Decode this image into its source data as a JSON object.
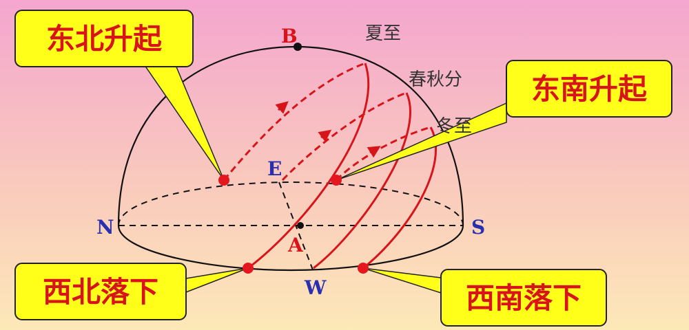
{
  "callouts": {
    "ne_rise": "东北升起",
    "se_rise": "东南升起",
    "nw_set": "西北落下",
    "sw_set": "西南落下"
  },
  "seasons": {
    "summer": "夏至",
    "equinox": "春秋分",
    "winter": "冬至"
  },
  "points": {
    "B": "B",
    "E": "E",
    "N": "N",
    "S": "S",
    "A": "A",
    "W": "W"
  },
  "colors": {
    "bg_top": "#f4a6cf",
    "bg_bottom": "#fde8b8",
    "callout_fill": "#ffff1a",
    "callout_text": "#d8141b",
    "sun_path": "#d8141b",
    "compass_text": "#2a2fb0"
  }
}
